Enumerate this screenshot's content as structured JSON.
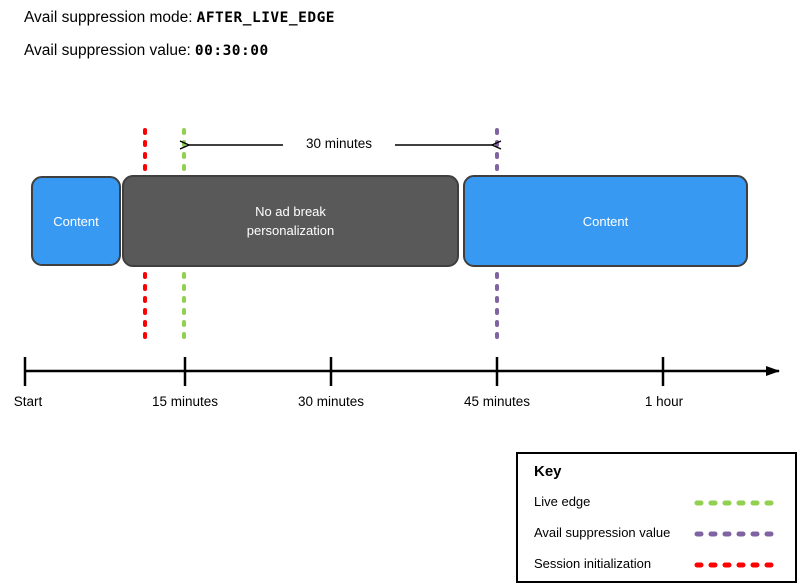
{
  "header": {
    "mode_label": "Avail suppression mode:",
    "mode_value": "AFTER_LIVE_EDGE",
    "value_label": "Avail suppression value:",
    "value_value": "00:30:00"
  },
  "timeline": {
    "duration_label": "30 minutes",
    "blocks": [
      {
        "label": "Content",
        "type": "content"
      },
      {
        "label": "No ad break personalization",
        "type": "no-ad-break"
      },
      {
        "label": "Content",
        "type": "content"
      }
    ],
    "axis_ticks": [
      "Start",
      "15 minutes",
      "30 minutes",
      "45 minutes",
      "1 hour"
    ]
  },
  "key": {
    "title": "Key",
    "items": [
      {
        "label": "Live edge"
      },
      {
        "label": "Avail suppression value"
      },
      {
        "label": "Session initialization"
      }
    ]
  },
  "colors": {
    "live_edge": "#92D050",
    "avail_suppression_value": "#8064A2",
    "session_initialization": "#FF0000",
    "content_block_blue": "#3899F3",
    "no_ad_block_gray": "#595959"
  }
}
